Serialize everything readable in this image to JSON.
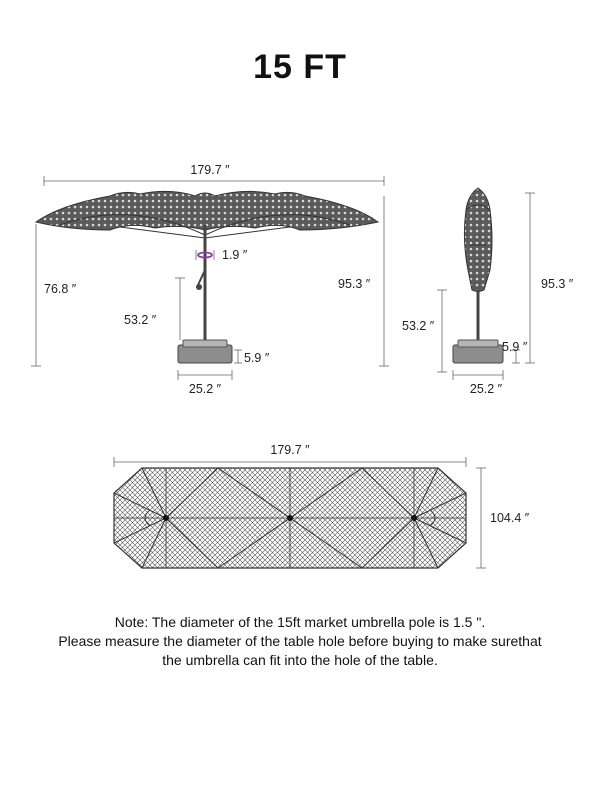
{
  "title": "15 FT",
  "side_view": {
    "width": "179.7 ″",
    "canopy_rib_height": "1.9 ″",
    "eave_height": "76.8 ″",
    "total_height": "95.3 ″",
    "pole_height": "53.2 ″",
    "base_height": "5.9 ″",
    "base_width": "25.2 ″"
  },
  "closed_view": {
    "total_height": "95.3 ″",
    "pole_height": "53.2 ″",
    "base_height": "5.9 ″",
    "base_width": "25.2 ″"
  },
  "top_view": {
    "length": "179.7 ″",
    "width": "104.4 ″"
  },
  "note": {
    "line1": "Note: The diameter of the 15ft market umbrella pole is 1.5 \".",
    "line2": "Please measure the diameter of the table hole before buying to make surethat",
    "line3": "the umbrella can fit into the hole of the table."
  },
  "colors": {
    "canopy_stroke": "#333333",
    "ring_accent": "#8a3fa8"
  }
}
